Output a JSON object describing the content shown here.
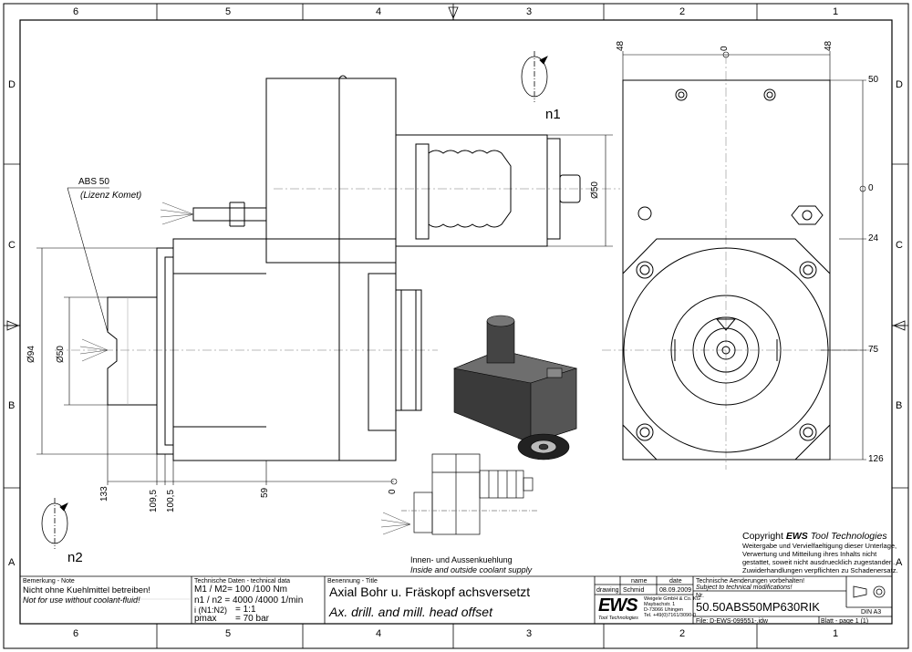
{
  "frame": {
    "columns_top": [
      "6",
      "5",
      "4",
      "3",
      "2",
      "1"
    ],
    "columns_bottom": [
      "6",
      "5",
      "4",
      "3",
      "2",
      "1"
    ],
    "rows_left": [
      "D",
      "C",
      "B",
      "A"
    ],
    "rows_right": [
      "D",
      "C",
      "B",
      "A"
    ]
  },
  "drawing": {
    "abs_label": "ABS 50",
    "abs_sub": "(Lizenz Komet)",
    "n1": "n1",
    "n2": "n2",
    "dia_50_top": "Ø50",
    "dia_94": "Ø94",
    "dia_50_left": "Ø50",
    "dim_133": "133",
    "dim_109_5": "109,5",
    "dim_100_5": "100,5",
    "dim_59": "59",
    "dim_0_bottom": "0",
    "dim_48_left": "48",
    "dim_0_top": "0",
    "dim_48_right": "48",
    "right_50": "50",
    "right_0": "0",
    "right_24": "24",
    "right_75": "75",
    "right_126": "126",
    "coolant_de": "Innen- und Aussenkuehlung",
    "coolant_en": "Inside and outside coolant supply"
  },
  "copyright": {
    "prefix": "Copyright ",
    "brand": "EWS",
    "suffix": " Tool Technologies",
    "line1": "Weitergabe und Vervielfaeltigung dieser Unterlage,",
    "line2": "Verwertung und Mitteilung ihres Inhalts nicht",
    "line3": "gestattet, soweit nicht ausdruecklich zugestanden.",
    "line4": "Zuwiderhandlungen verpflichten zu Schadenersatz."
  },
  "titleblock": {
    "remark_label": "Bemerkung - Note",
    "remark_de": "Nicht ohne Kuehlmittel betreiben!",
    "remark_en": "Not for use without coolant-fluid!",
    "tech_label": "Technische Daten - technical data",
    "torque": "M1 / M2= 100 /100 Nm",
    "speed": "n1 / n2 = 4000 /4000  1/min",
    "ratio_label": "i  (N1:N2)",
    "ratio": "= 1:1",
    "pmax_label": "pmax",
    "pmax": "= 70  bar",
    "title_label": "Benennung - Title",
    "title_de": "Axial Bohr u. Fräskopf achsversetzt",
    "title_en": "Ax. drill. and mill. head offset",
    "col_name": "name",
    "col_date": "date",
    "drawing_label": "drawing",
    "drawer": "Schmid",
    "date": "08.09.2009",
    "logo": "EWS",
    "logo_sub": "Tool Technologies",
    "address1": "Weigele GmbH & Co. KG",
    "address2": "Maybachstr. 1",
    "address3": "D-73066 Uhingen",
    "address4": "Tel. +49(0)7161/3090-0",
    "change_de": "Technische Aenderungen vorbehalten!",
    "change_en": "Subject to technical modifications!",
    "nr_label": "Nr.",
    "part_no": "50.50ABS50MP630RIK",
    "file": "File: D-EWS-099551-.idw",
    "sheet": "Blatt - page 1 (1)",
    "din": "DIN A3"
  }
}
